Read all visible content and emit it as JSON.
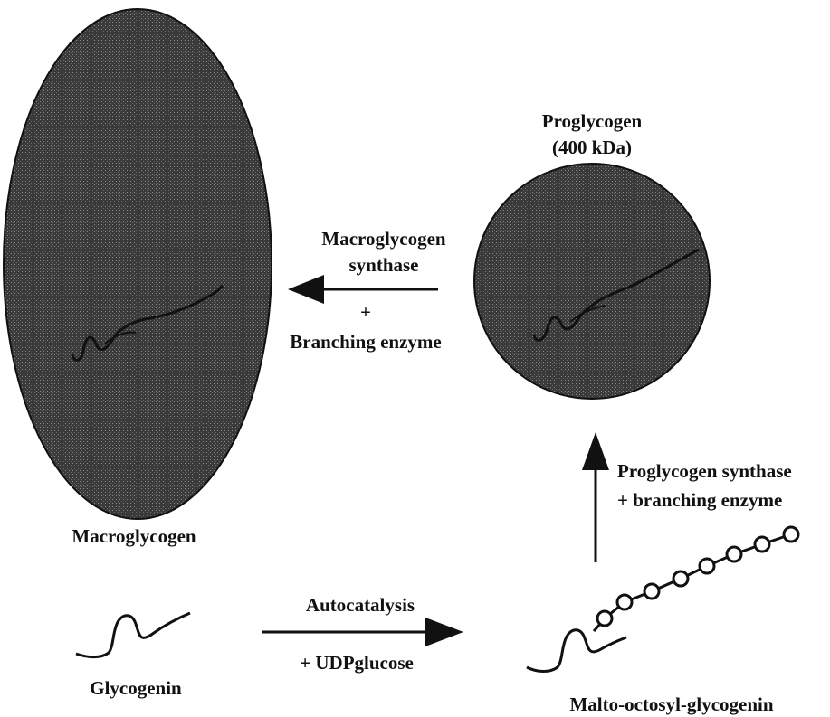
{
  "nodes": {
    "macroglycogen": "Macroglycogen",
    "proglycogen_name": "Proglycogen",
    "proglycogen_mass": "(400 kDa)",
    "glycogenin": "Glycogenin",
    "malto_octosyl": "Malto-octosyl-glycogenin"
  },
  "steps": {
    "autocatalysis_top": "Autocatalysis",
    "autocatalysis_bottom": "+ UDPglucose",
    "proglycogen_line1": "Proglycogen synthase",
    "proglycogen_line2": "+ branching enzyme",
    "macro_line1": "Macroglycogen",
    "macro_line2": "synthase",
    "macro_line3": "+",
    "macro_line4": "Branching enzyme"
  },
  "colors": {
    "particle_fill": "#3a3a3a",
    "ink": "#111111",
    "bead_fill": "#ffffff"
  }
}
